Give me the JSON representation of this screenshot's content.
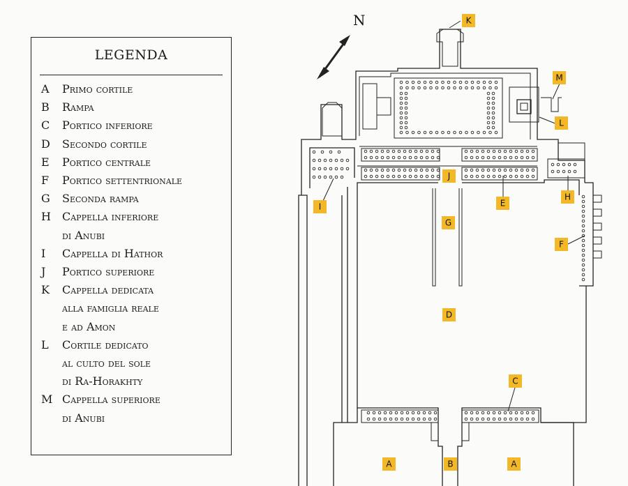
{
  "legend": {
    "title": "LEGENDA",
    "items": [
      {
        "letter": "A",
        "lines": [
          "Primo cortile"
        ]
      },
      {
        "letter": "B",
        "lines": [
          "Rampa"
        ]
      },
      {
        "letter": "C",
        "lines": [
          "Portico inferiore"
        ]
      },
      {
        "letter": "D",
        "lines": [
          "Secondo cortile"
        ]
      },
      {
        "letter": "E",
        "lines": [
          "Portico centrale"
        ]
      },
      {
        "letter": "F",
        "lines": [
          "Portico settentrionale"
        ]
      },
      {
        "letter": "G",
        "lines": [
          "Seconda rampa"
        ]
      },
      {
        "letter": "H",
        "lines": [
          "Cappella inferiore",
          "di Anubi"
        ]
      },
      {
        "letter": "I",
        "lines": [
          "Cappella di Hathor"
        ]
      },
      {
        "letter": "J",
        "lines": [
          "Portico superiore"
        ]
      },
      {
        "letter": "K",
        "lines": [
          "Cappella dedicata",
          "alla famiglia reale",
          "e ad Amon"
        ]
      },
      {
        "letter": "L",
        "lines": [
          "Cortile dedicato",
          "al culto del sole",
          "di Ra-Horakhty"
        ]
      },
      {
        "letter": "M",
        "lines": [
          "Cappella superiore",
          "di Anubi"
        ]
      }
    ]
  },
  "compass": {
    "label": "N"
  },
  "plan_labels": [
    "A",
    "A",
    "B",
    "C",
    "D",
    "E",
    "F",
    "G",
    "H",
    "I",
    "J",
    "K",
    "L",
    "M"
  ],
  "colors": {
    "label_fill": "#f2b827",
    "line": "#222222",
    "background": "#fbfbf9"
  }
}
